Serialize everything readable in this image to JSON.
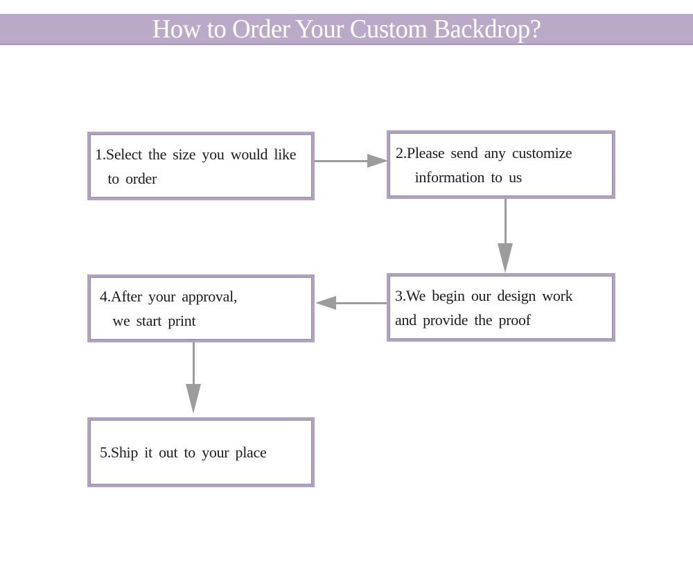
{
  "banner": {
    "title": "How to Order Your Custom Backdrop?",
    "bg_color": "#bba9c8",
    "text_color": "#ffffff"
  },
  "flowchart": {
    "box_border_color": "#b1a1c3",
    "arrow_color": "#9c9c9c",
    "text_color": "#1c1c1c",
    "steps": [
      {
        "id": "1",
        "text": "1.Select the size you would like\n  to order"
      },
      {
        "id": "2",
        "text": "2.Please send any customize\n   information to us"
      },
      {
        "id": "3",
        "text": "3.We begin our design work\nand provide the proof"
      },
      {
        "id": "4",
        "text": "4.After your approval,\n  we start print"
      },
      {
        "id": "5",
        "text": "5.Ship it out to your place"
      }
    ],
    "arrows": [
      {
        "from": "step-1",
        "to": "step-2",
        "direction": "right"
      },
      {
        "from": "step-2",
        "to": "step-3",
        "direction": "down"
      },
      {
        "from": "step-3",
        "to": "step-4",
        "direction": "left"
      },
      {
        "from": "step-4",
        "to": "step-5",
        "direction": "down"
      }
    ]
  }
}
